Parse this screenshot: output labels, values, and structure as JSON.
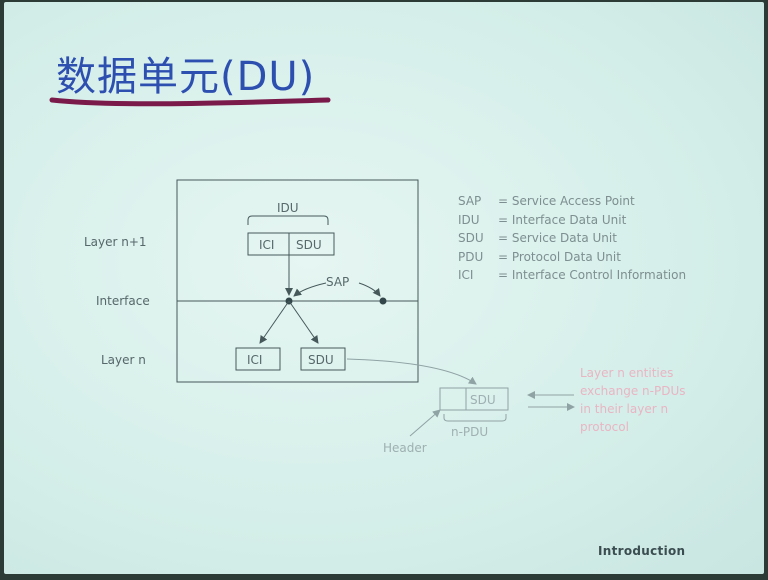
{
  "slide": {
    "title": "数据单元(DU)",
    "footer": "Introduction",
    "colors": {
      "title": "#2d4fb0",
      "underline": "#7a1a4a",
      "note": "#e9b5c3"
    }
  },
  "diagram": {
    "layer_labels": [
      "Layer n+1",
      "Interface",
      "Layer n"
    ],
    "idu_label": "IDU",
    "upper_boxes": [
      "ICI",
      "SDU"
    ],
    "sap_label": "SAP",
    "lower_boxes": [
      "ICI",
      "SDU"
    ],
    "pdu_box": "SDU",
    "pdu_label": "n-PDU",
    "header_label": "Header"
  },
  "legend": [
    {
      "abbr": "SAP",
      "desc": "= Service Access Point"
    },
    {
      "abbr": "IDU",
      "desc": "= Interface Data Unit"
    },
    {
      "abbr": "SDU",
      "desc": "= Service Data Unit"
    },
    {
      "abbr": "PDU",
      "desc": "= Protocol Data Unit"
    },
    {
      "abbr": "ICI",
      "desc": "= Interface Control Information"
    }
  ],
  "note": [
    "Layer n entities",
    "exchange n-PDUs",
    "in their layer n",
    "protocol"
  ]
}
